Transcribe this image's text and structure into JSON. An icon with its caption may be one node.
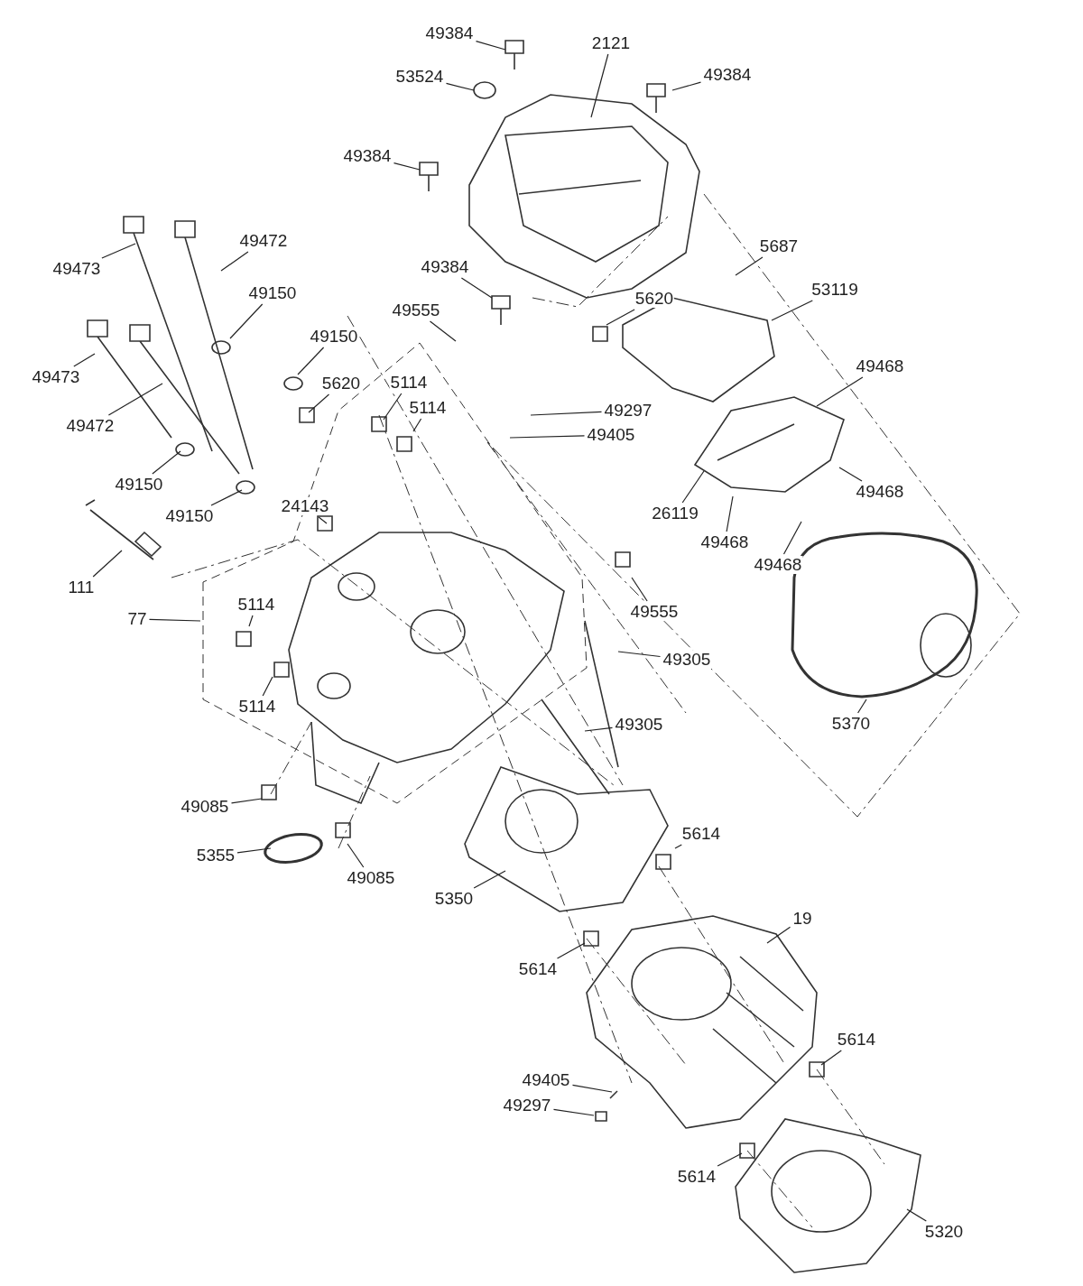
{
  "diagram": {
    "nodes": [
      {
        "text": [
          "49384"
        ]
      },
      {
        "text": [
          "2121"
        ]
      },
      {
        "text": [
          "53524"
        ]
      },
      {
        "text": [
          "49384"
        ]
      },
      {
        "text": [
          "49384"
        ]
      },
      {
        "text": [
          "49473"
        ]
      },
      {
        "text": [
          "49472"
        ]
      },
      {
        "text": [
          "5687"
        ]
      },
      {
        "text": [
          "49384"
        ]
      },
      {
        "text": [
          "49150"
        ]
      },
      {
        "text": [
          "53119"
        ]
      },
      {
        "text": [
          "5620"
        ]
      },
      {
        "text": [
          "49555"
        ]
      },
      {
        "text": [
          "49150"
        ]
      },
      {
        "text": [
          "49473"
        ]
      },
      {
        "text": [
          "5620"
        ]
      },
      {
        "text": [
          "5114"
        ]
      },
      {
        "text": [
          "49468"
        ]
      },
      {
        "text": [
          "5114"
        ]
      },
      {
        "text": [
          "49297"
        ]
      },
      {
        "text": [
          "49472"
        ]
      },
      {
        "text": [
          "49405"
        ]
      },
      {
        "text": [
          "49150"
        ]
      },
      {
        "text": [
          "26119"
        ]
      },
      {
        "text": [
          "49468"
        ]
      },
      {
        "text": [
          "49150"
        ]
      },
      {
        "text": [
          "24143"
        ]
      },
      {
        "text": [
          "49468"
        ]
      },
      {
        "text": [
          "111"
        ]
      },
      {
        "text": [
          "49468"
        ]
      },
      {
        "text": [
          "5114"
        ]
      },
      {
        "text": [
          "49555"
        ]
      },
      {
        "text": [
          "77"
        ]
      },
      {
        "text": [
          "49305"
        ]
      },
      {
        "text": [
          "5114"
        ]
      },
      {
        "text": [
          "49305"
        ]
      },
      {
        "text": [
          "5370"
        ]
      },
      {
        "text": [
          "49085"
        ]
      },
      {
        "text": [
          "5614"
        ]
      },
      {
        "text": [
          "5355"
        ]
      },
      {
        "text": [
          "49085"
        ]
      },
      {
        "text": [
          "5350"
        ]
      },
      {
        "text": [
          "19"
        ]
      },
      {
        "text": [
          "5614"
        ]
      },
      {
        "text": [
          "5614"
        ]
      },
      {
        "text": [
          "49405"
        ]
      },
      {
        "text": [
          "49297"
        ]
      },
      {
        "text": [
          "5614"
        ]
      },
      {
        "text": [
          "5320"
        ]
      }
    ],
    "edges": [
      {
        "from": 0,
        "to": null,
        "arrow": "none"
      },
      {
        "from": 1,
        "to": null,
        "arrow": "none"
      },
      {
        "from": 2,
        "to": null,
        "arrow": "none"
      },
      {
        "from": 3,
        "to": null,
        "arrow": "none"
      },
      {
        "from": 4,
        "to": null,
        "arrow": "none"
      },
      {
        "from": 5,
        "to": null,
        "arrow": "none"
      },
      {
        "from": 6,
        "to": null,
        "arrow": "none"
      },
      {
        "from": 7,
        "to": null,
        "arrow": "none"
      },
      {
        "from": 8,
        "to": null,
        "arrow": "none"
      },
      {
        "from": 9,
        "to": null,
        "arrow": "none"
      },
      {
        "from": 10,
        "to": null,
        "arrow": "none"
      },
      {
        "from": 11,
        "to": null,
        "arrow": "none"
      },
      {
        "from": 12,
        "to": null,
        "arrow": "none"
      },
      {
        "from": 13,
        "to": null,
        "arrow": "none"
      },
      {
        "from": 14,
        "to": null,
        "arrow": "none"
      },
      {
        "from": 15,
        "to": null,
        "arrow": "none"
      },
      {
        "from": 16,
        "to": null,
        "arrow": "none"
      },
      {
        "from": 17,
        "to": null,
        "arrow": "none"
      },
      {
        "from": 18,
        "to": null,
        "arrow": "none"
      },
      {
        "from": 19,
        "to": null,
        "arrow": "none"
      },
      {
        "from": 20,
        "to": null,
        "arrow": "none"
      },
      {
        "from": 21,
        "to": null,
        "arrow": "none"
      },
      {
        "from": 22,
        "to": null,
        "arrow": "none"
      },
      {
        "from": 23,
        "to": null,
        "arrow": "none"
      },
      {
        "from": 24,
        "to": null,
        "arrow": "none"
      },
      {
        "from": 25,
        "to": null,
        "arrow": "none"
      },
      {
        "from": 26,
        "to": null,
        "arrow": "none"
      },
      {
        "from": 27,
        "to": null,
        "arrow": "none"
      },
      {
        "from": 28,
        "to": null,
        "arrow": "none"
      },
      {
        "from": 29,
        "to": null,
        "arrow": "none"
      },
      {
        "from": 30,
        "to": null,
        "arrow": "none"
      },
      {
        "from": 31,
        "to": null,
        "arrow": "none"
      },
      {
        "from": 32,
        "to": null,
        "arrow": "none"
      },
      {
        "from": 33,
        "to": null,
        "arrow": "none"
      },
      {
        "from": 34,
        "to": null,
        "arrow": "none"
      },
      {
        "from": 35,
        "to": null,
        "arrow": "none"
      },
      {
        "from": 36,
        "to": null,
        "arrow": "none"
      },
      {
        "from": 37,
        "to": null,
        "arrow": "none"
      },
      {
        "from": 38,
        "to": null,
        "arrow": "none"
      },
      {
        "from": 39,
        "to": null,
        "arrow": "none"
      },
      {
        "from": 40,
        "to": null,
        "arrow": "none"
      },
      {
        "from": 41,
        "to": null,
        "arrow": "none"
      },
      {
        "from": 42,
        "to": null,
        "arrow": "none"
      },
      {
        "from": 43,
        "to": null,
        "arrow": "none"
      },
      {
        "from": 44,
        "to": null,
        "arrow": "none"
      },
      {
        "from": 45,
        "to": null,
        "arrow": "none"
      },
      {
        "from": 46,
        "to": null,
        "arrow": "none"
      },
      {
        "from": 47,
        "to": null,
        "arrow": "none"
      },
      {
        "from": 48,
        "to": null,
        "arrow": "none"
      }
    ]
  }
}
